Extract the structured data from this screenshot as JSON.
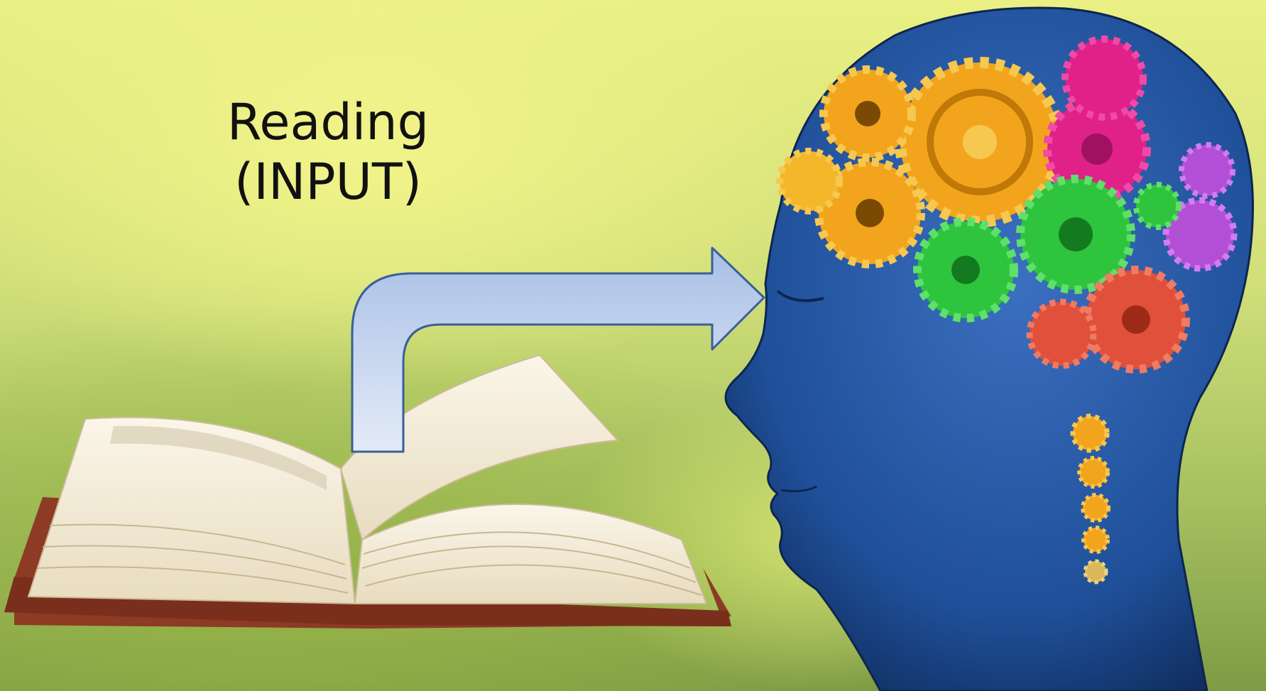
{
  "slide": {
    "caption_line1": "Reading",
    "caption_line2": "(INPUT)"
  },
  "illustration": {
    "book": "open-book",
    "arrow": "bent-arrow-right",
    "head": "human-head-profile-with-gears"
  },
  "colors": {
    "arrow_fill_top": "#a9bfe6",
    "arrow_fill_bottom": "#e3ebf7",
    "arrow_outline": "#3a5f9a",
    "head": "#1f4f98",
    "gear_orange": "#f2a51c",
    "gear_pink": "#e0218a",
    "gear_green": "#2fc43d",
    "gear_purple": "#b34fd6",
    "gear_red": "#e0503a",
    "book_cover": "#8d3b24",
    "book_pages": "#f4ecd8"
  }
}
